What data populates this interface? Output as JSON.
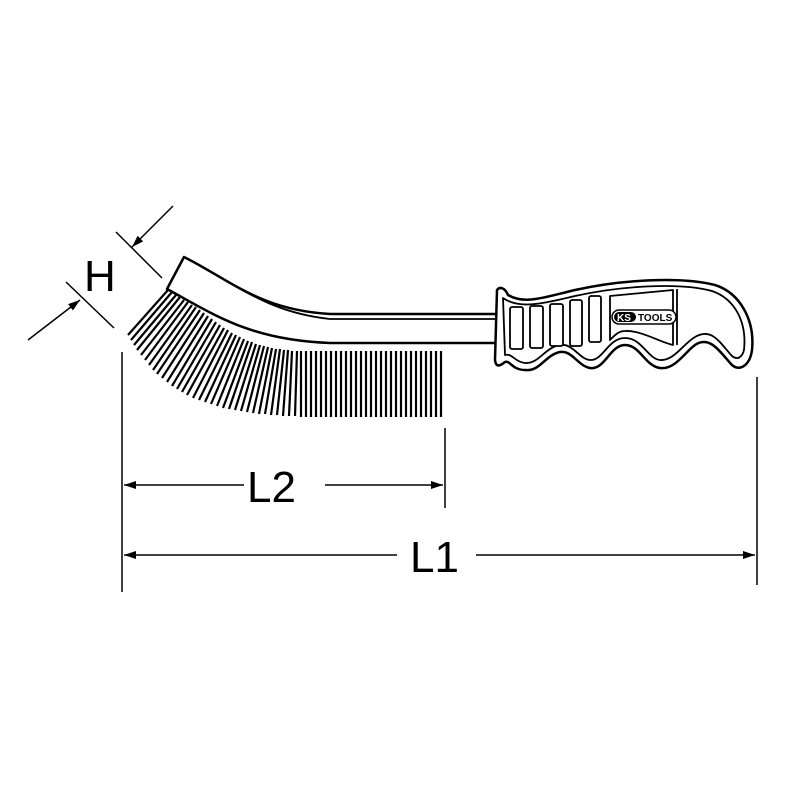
{
  "diagram": {
    "subject": "wire hand brush with curved head and ergonomic handle",
    "brand_logo": {
      "prefix": "KS",
      "suffix": "TOOLS"
    },
    "dimensions": {
      "height_label": "H",
      "brush_length_label": "L2",
      "overall_length_label": "L1"
    },
    "colors": {
      "line": "#000000",
      "background": "#ffffff"
    }
  }
}
